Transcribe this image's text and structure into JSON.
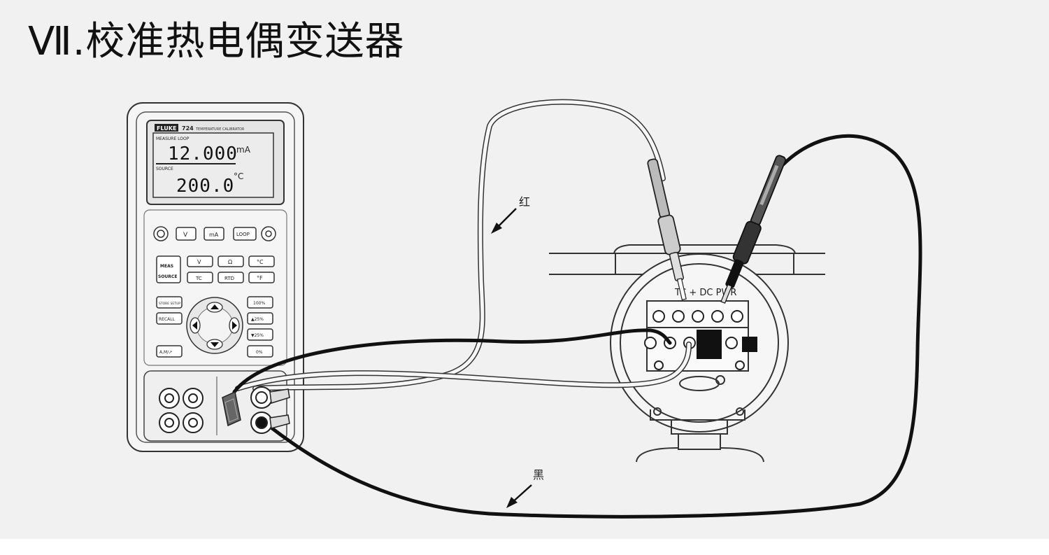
{
  "title": "Ⅶ.校准热电偶变送器",
  "calibrator": {
    "brand": "FLUKE",
    "model": "724",
    "model_desc": "TEMPERATURE CALIBRATOR",
    "display": {
      "measure_label": "MEASURE LOOP",
      "measure_value": "12.000",
      "measure_unit": "mA",
      "source_label": "SOURCE",
      "source_value": "200.0",
      "source_unit": "°C"
    },
    "buttons": {
      "v": "V",
      "ma": "mA",
      "loop": "LOOP",
      "v2": "V",
      "ohm": "Ω",
      "degc": "°C",
      "tc": "TC",
      "rtd": "RTD",
      "degf": "°F",
      "meas": "MEAS",
      "source": "SOURCE",
      "store": "STORE SETUP",
      "recall": "RECALL",
      "p100": "100%",
      "p25up": "▲25%",
      "p25down": "▼25%",
      "p0": "0%",
      "auto": "A,M/↗"
    }
  },
  "transmitter": {
    "terminal_label": "TC  + DC PWR"
  },
  "wires": {
    "red_label": "红",
    "black_label": "黑"
  },
  "colors": {
    "red_wire": "#f4f4f4",
    "black_wire": "#111111",
    "outline": "#333333",
    "background": "#f1f1f1"
  }
}
